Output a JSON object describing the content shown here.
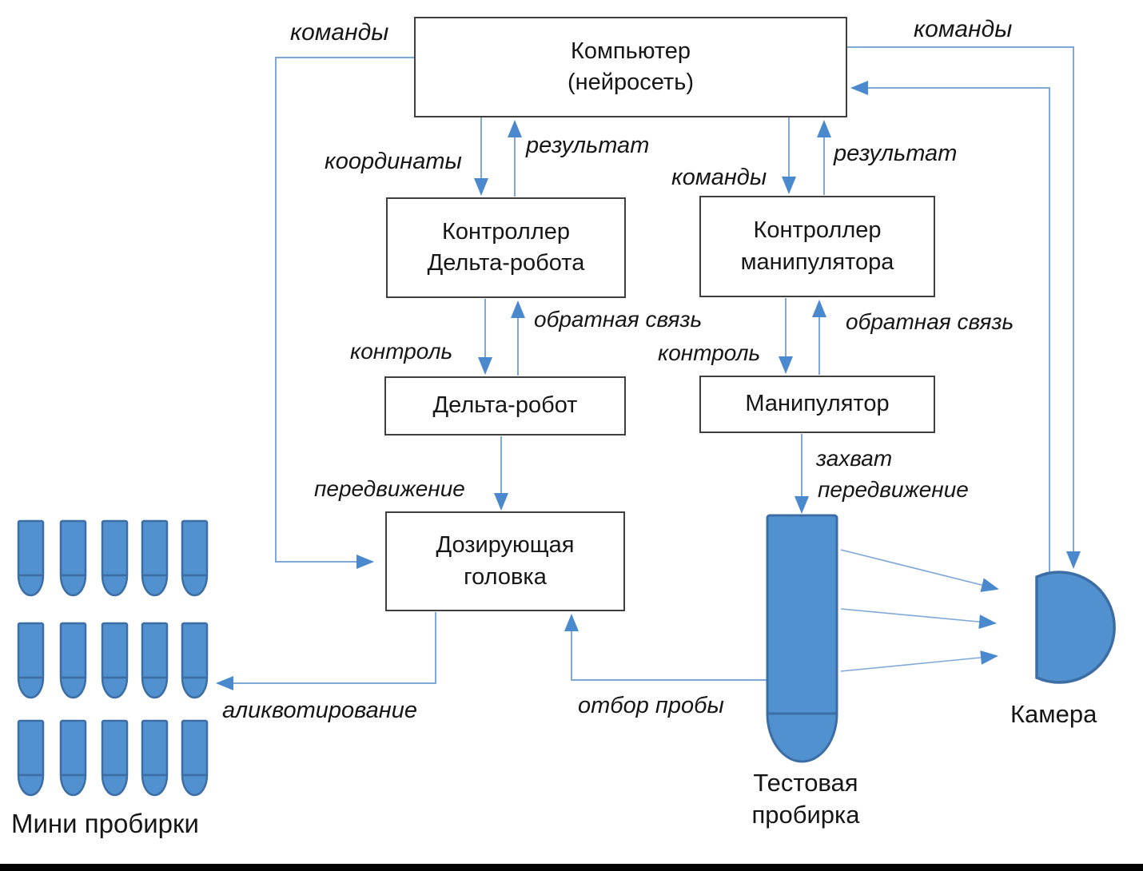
{
  "diagram": {
    "nodes": {
      "computer": {
        "line1": "Компьютер",
        "line2": "(нейросеть)"
      },
      "delta_controller": {
        "line1": "Контроллер",
        "line2": "Дельта-робота"
      },
      "manipulator_controller": {
        "line1": "Контроллер",
        "line2": "манипулятора"
      },
      "delta_robot": {
        "label": "Дельта-робот"
      },
      "manipulator": {
        "label": "Манипулятор"
      },
      "dosing_head": {
        "line1": "Дозирующая",
        "line2": "головка"
      }
    },
    "edge_labels": {
      "commands_top_left": "команды",
      "commands_top_right": "команды",
      "coordinates": "координаты",
      "result_left": "результат",
      "commands_middle": "команды",
      "result_right": "результат",
      "control_left": "контроль",
      "feedback_left": "обратная связь",
      "control_right": "контроль",
      "feedback_right": "обратная связь",
      "movement_left": "передвижение",
      "grip": "захват",
      "movement_right": "передвижение",
      "sampling": "отбор пробы",
      "aliquoting": "аликвотирование"
    },
    "captions": {
      "mini_tubes": "Мини пробирки",
      "test_tube_line1": "Тестовая",
      "test_tube_line2": "пробирка",
      "camera": "Камера"
    },
    "colors": {
      "line": "#7FA8D9",
      "arrow": "#4A89CE",
      "shape_fill": "#5191CF",
      "shape_border": "#3C6EA5",
      "box_border": "#3F3F3F",
      "text": "#161616"
    }
  }
}
